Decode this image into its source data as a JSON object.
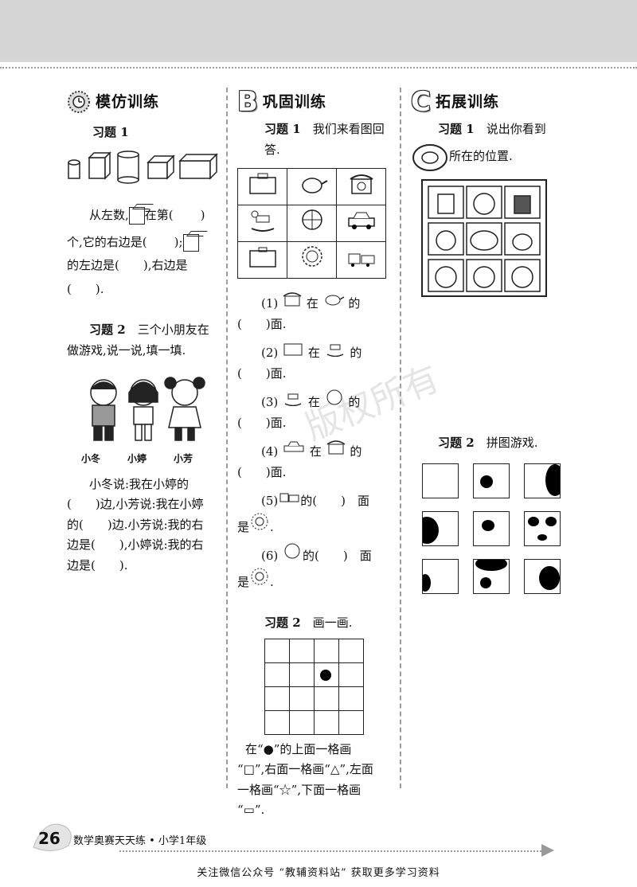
{
  "col_a": {
    "title": "模仿训练",
    "q1_label": "习题 1",
    "q1_p1_a": "从左数,",
    "q1_p1_b": "在第(",
    "q1_p1_c": ")",
    "q1_p2_a": "个,它的右边是(",
    "q1_p2_b": ");",
    "q1_p3": "的左边是(　　),右边是",
    "q1_p4": "(　　).",
    "q2_label": "习题 2",
    "q2_intro_a": "三个小朋友在",
    "q2_intro_b": "做游戏,说一说,填一填.",
    "kids": [
      "小冬",
      "小婷",
      "小芳"
    ],
    "q2_l1": "小冬说:我在小婷的",
    "q2_l2": "(　　)边,小芳说:我在小婷",
    "q2_l3": "的(　　)边.小芳说:我的右",
    "q2_l4": "边是(　　),小婷说:我的右",
    "q2_l5": "边是(　　)."
  },
  "col_b": {
    "letter": "B",
    "title": "巩固训练",
    "q1_label": "习题 1",
    "q1_intro": "我们来看图回答.",
    "items": [
      {
        "a": "(1)",
        "mid": "在",
        "b": "的",
        "next": "(　　)面."
      },
      {
        "a": "(2)",
        "mid": "在",
        "b": "的",
        "next": "(　　)面."
      },
      {
        "a": "(3)",
        "mid": "在",
        "b": "的",
        "next": "(　　)面."
      },
      {
        "a": "(4)",
        "mid": "在",
        "b": "的",
        "next": "(　　)面."
      },
      {
        "a": "(5)",
        "mid": "的(　　)",
        "b": "面",
        "next": "是"
      },
      {
        "a": "(6)",
        "mid": "的(　　)",
        "b": "面",
        "next": "是"
      }
    ],
    "q2_label": "习题 2",
    "q2_intro": "画一画.",
    "q2_text_1": "在“●”的上面一格画",
    "q2_text_2": "“□”,右面一格画“△”,左面",
    "q2_text_3": "一格画“☆”,下面一格画",
    "q2_text_4": "“▭”."
  },
  "col_c": {
    "letter": "C",
    "title": "拓展训练",
    "q1_label": "习题 1",
    "q1_text_a": "说出你看到",
    "q1_text_b": "所在的位置.",
    "q2_label": "习题 2",
    "q2_intro": "拼图游戏."
  },
  "footer": {
    "page_num": "26",
    "book_title": "数学奥赛天天练 • 小学1年级",
    "bottom_note": "关注微信公众号 “教辅资料站” 获取更多学习资料"
  },
  "watermark": "版权所有"
}
